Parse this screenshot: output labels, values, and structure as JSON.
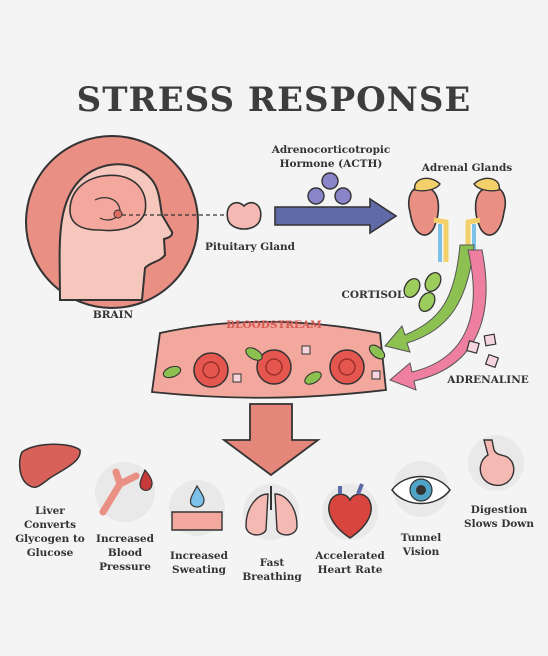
{
  "title": "STRESS RESPONSE",
  "labels": {
    "acth": "Adrenocorticotropic Hormone (ACTH)",
    "adrenal_glands": "Adrenal Glands",
    "pituitary_gland": "Pituitary Gland",
    "brain": "BRAIN",
    "cortisol": "CORTISOL",
    "bloodstream": "BLOODSTREAM",
    "adrenaline": "ADRENALINE"
  },
  "effects": [
    {
      "label": "Liver Converts Glycogen to Glucose",
      "icon": "liver-icon"
    },
    {
      "label": "Increased Blood Pressure",
      "icon": "blood-vessel-icon"
    },
    {
      "label": "Increased Sweating",
      "icon": "sweat-drop-icon"
    },
    {
      "label": "Fast Breathing",
      "icon": "lungs-icon"
    },
    {
      "label": "Accelerated Heart Rate",
      "icon": "heart-icon"
    },
    {
      "label": "Tunnel Vision",
      "icon": "eye-icon"
    },
    {
      "label": "Digestion Slows Down",
      "icon": "stomach-icon"
    }
  ],
  "colors": {
    "brain_circle": "#e98f84",
    "bloodstream_label": "#d45a55",
    "acth_arrow": "#5f6aa8",
    "cortisol_arrow": "#8cc152",
    "adrenaline_arrow": "#ee7fa0",
    "big_arrow": "#e4867a"
  }
}
